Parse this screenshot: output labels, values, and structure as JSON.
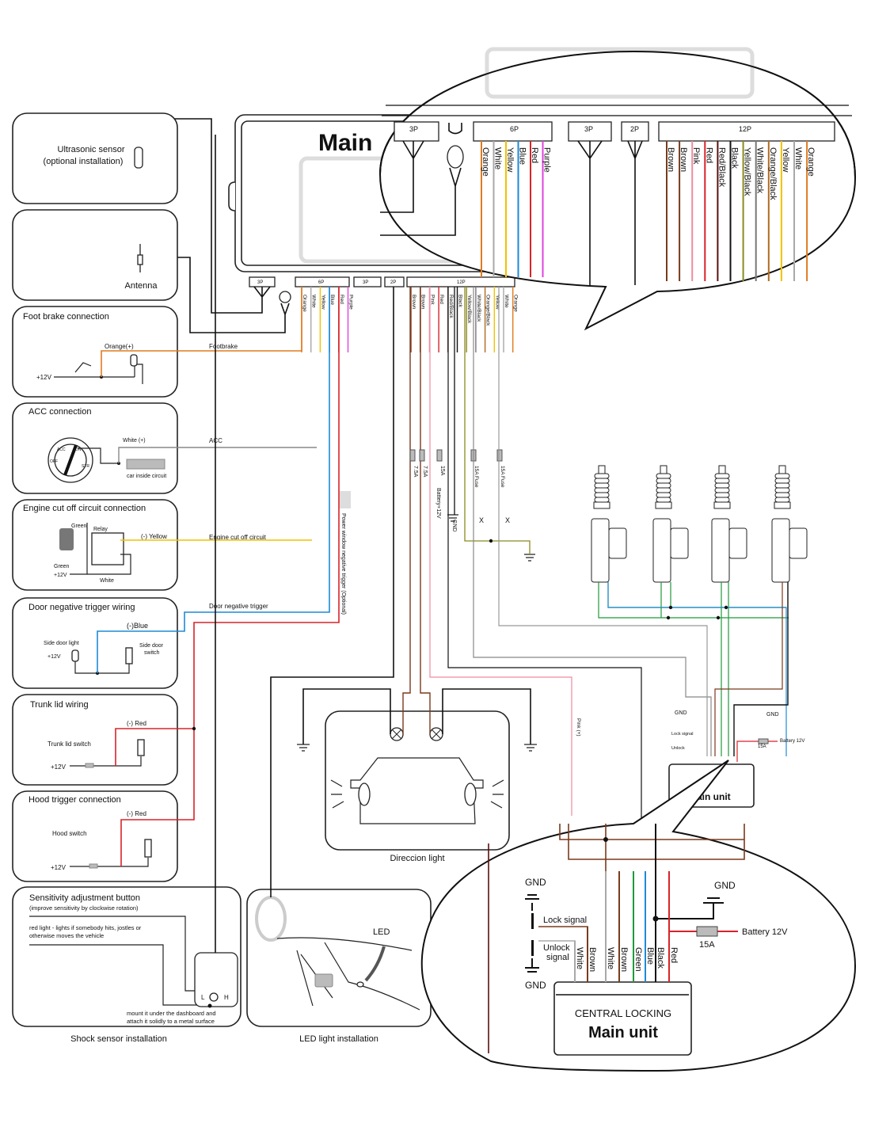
{
  "main_unit": {
    "title": "Main",
    "connectors": {
      "p3a": "3P",
      "p6": "6P",
      "p3b": "3P",
      "p2": "2P",
      "p12": "12P"
    },
    "wires_6p": [
      "Orange",
      "White",
      "Yellow",
      "Blue",
      "Red",
      "Purple"
    ],
    "wires_12p": [
      "Brown",
      "Brown",
      "Pink",
      "Red",
      "Red/Black",
      "Black",
      "Yellow/Black",
      "White/Black",
      "Orange/Black",
      "Yellow",
      "White",
      "Orange"
    ]
  },
  "wire_colors": {
    "Orange": "#e07b1f",
    "White": "#a8a8a8",
    "Yellow": "#f2c200",
    "Blue": "#1e8ad6",
    "Red": "#d8232a",
    "Purple": "#e040e0",
    "Brown": "#7a3a1c",
    "Pink": "#f08aa0",
    "Red/Black": "#5a1010",
    "Black": "#111111",
    "Yellow/Black": "#8a8a20",
    "White/Black": "#777777",
    "Orange/Black": "#b06a20",
    "Green": "#1f9a3a"
  },
  "panels": {
    "ultrasonic": {
      "line1": "Ultrasonic sensor",
      "line2": "(optional installation)"
    },
    "antenna": {
      "label": "Antenna"
    },
    "foot_brake": {
      "title": "Foot brake connection",
      "wire_label": "Orange(+)",
      "supply": "+12V",
      "line_label": "Footbrake"
    },
    "acc": {
      "title": "ACC connection",
      "wire_label": "White (+)",
      "circuit_label": "car inside circuit",
      "line_label": "ACC",
      "ignition": {
        "acc": "ACC",
        "on": "ON",
        "off": "OFF",
        "str": "STR"
      }
    },
    "engine_cut": {
      "title": "Engine cut off circuit connection",
      "green_top": "Green",
      "relay": "Relay",
      "wire_label": "(-) Yellow",
      "green": "Green",
      "supply": "+12V",
      "white": "White",
      "line_label": "Engine cut off circuit"
    },
    "door": {
      "title": "Door negative trigger wiring",
      "wire_label": "(-)Blue",
      "light": "Side door light",
      "supply": "+12V",
      "switch_line1": "Side door",
      "switch_line2": "switch",
      "line_label": "Door negative trigger"
    },
    "trunk": {
      "title": "Trunk lid wiring",
      "wire_label": "(-) Red",
      "switch": "Trunk lid switch",
      "supply": "+12V"
    },
    "hood": {
      "title": "Hood trigger connection",
      "wire_label": "(-) Red",
      "switch": "Hood switch",
      "supply": "+12V"
    },
    "shock": {
      "title": "Sensitivity adjustment button",
      "subtitle": "(improve sensitivity by clockwise rotation)",
      "note1": "red light - lights if somebody hits, jostles or",
      "note2": "otherwise moves the vehicle",
      "mount1": "mount it under the dashboard and",
      "mount2": "attach it solidly to a metal surface",
      "low": "L",
      "high": "H",
      "caption": "Shock sensor installation"
    },
    "led": {
      "label": "LED",
      "caption": "LED light installation"
    },
    "direction": {
      "caption": "Direccion light"
    }
  },
  "middle": {
    "fuse_a": "7.5A",
    "fuse_b": "7.5A",
    "fuse_c": "15A",
    "battery": "Battery+12V",
    "gnd": "GND",
    "fuse_d": "15A Fuse",
    "fuse_e": "15A Fuse",
    "x1": "X",
    "x2": "X",
    "power_window": "Power window negative trigger (Optional)",
    "pink": "Pink (+)"
  },
  "central_locking": {
    "gnd_top": "GND",
    "lock": "Lock signal",
    "unlock_1": "Unlock",
    "unlock_2": "signal",
    "gnd_bottom": "GND",
    "gnd_right": "GND",
    "fuse": "15A",
    "battery": "Battery 12V",
    "wires": [
      "White",
      "Brown",
      "White",
      "Brown",
      "Green",
      "Blue",
      "Black",
      "Red"
    ],
    "title1": "CENTRAL LOCKING",
    "title2": "Main unit"
  }
}
